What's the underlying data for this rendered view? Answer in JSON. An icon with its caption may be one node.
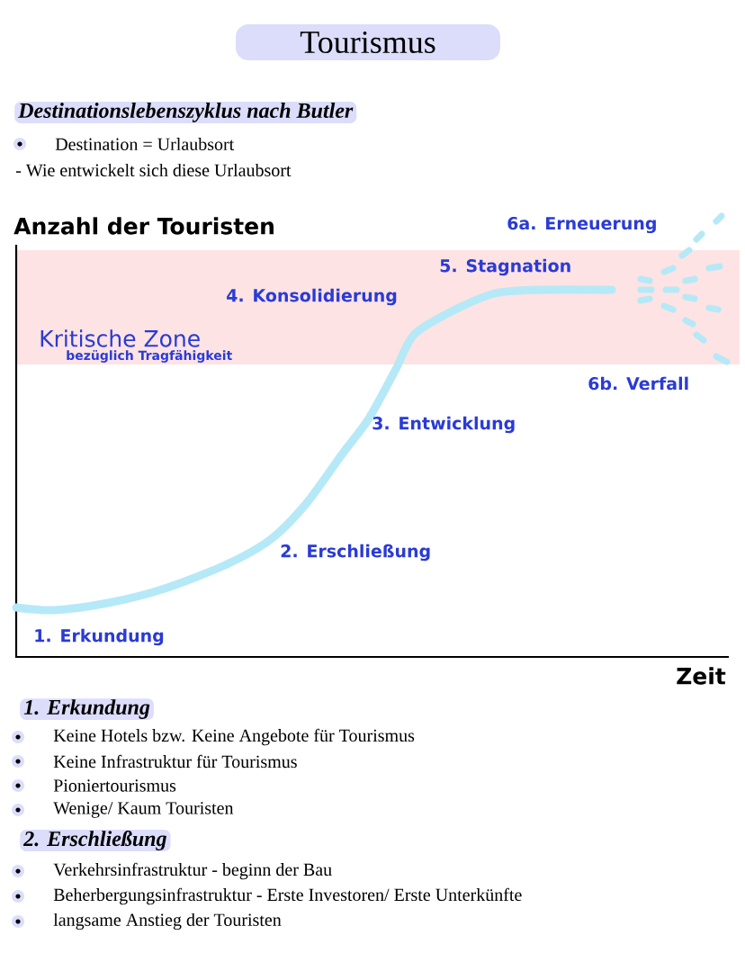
{
  "diagram": {
    "title": "Tourismus",
    "labels": [
      "Destinationslebenszyklus nach Butler",
      "Destination = Urlaubsort",
      "- Wie entwickelt sich diese Urlaubsort",
      "Anzahl der Touristen",
      "6a. Erneuerung",
      "5. Stagnation",
      "4. Konsolidierung",
      "Kritische Zone",
      "bezüglich Tragfähigkeit",
      "6b. Verfall",
      "3. Entwicklung",
      "2. Erschließung",
      "1. Erkundung",
      "Zeit",
      "1. Erkundung",
      "Keine Hotels bzw. Keine Angebote für Tourismus",
      "Keine Infrastruktur für Tourismus",
      "Pioniertourismus",
      "Wenige/ Kaum Touristen",
      "2. Erschließung",
      "Verkehrsinfrastruktur - beginn der Bau",
      "Beherbergungsinfrastruktur - Erste Investoren/ Erste Unterkünfte",
      "langsame Anstieg der  Touristen"
    ]
  }
}
